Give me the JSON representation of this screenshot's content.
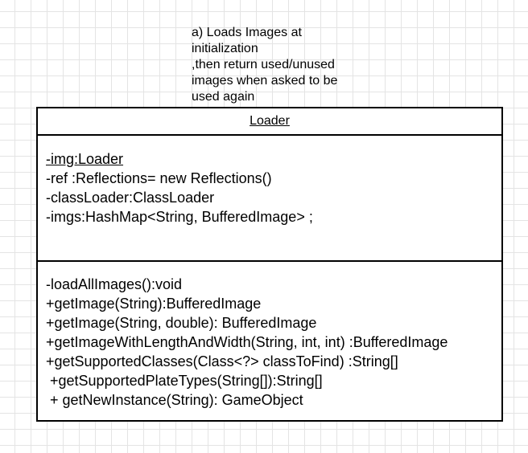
{
  "note": {
    "text": "a) Loads Images  at\ninitialization\n,then return used/unused\nimages when asked to be\nused again"
  },
  "class": {
    "name": "Loader",
    "attributes": [
      "-img:Loader",
      "-ref :Reflections= new Reflections()",
      "-classLoader:ClassLoader",
      "-imgs:HashMap<String, BufferedImage> ;"
    ],
    "operations": [
      "-loadAllImages():void",
      "+getImage(String):BufferedImage",
      "+getImage(String, double): BufferedImage",
      "+getImageWithLengthAndWidth(String, int, int) :BufferedImage",
      "+getSupportedClasses(Class<?> classToFind) :String[]",
      " +getSupportedPlateTypes(String[]):String[]",
      " + getNewInstance(String): GameObject"
    ]
  }
}
